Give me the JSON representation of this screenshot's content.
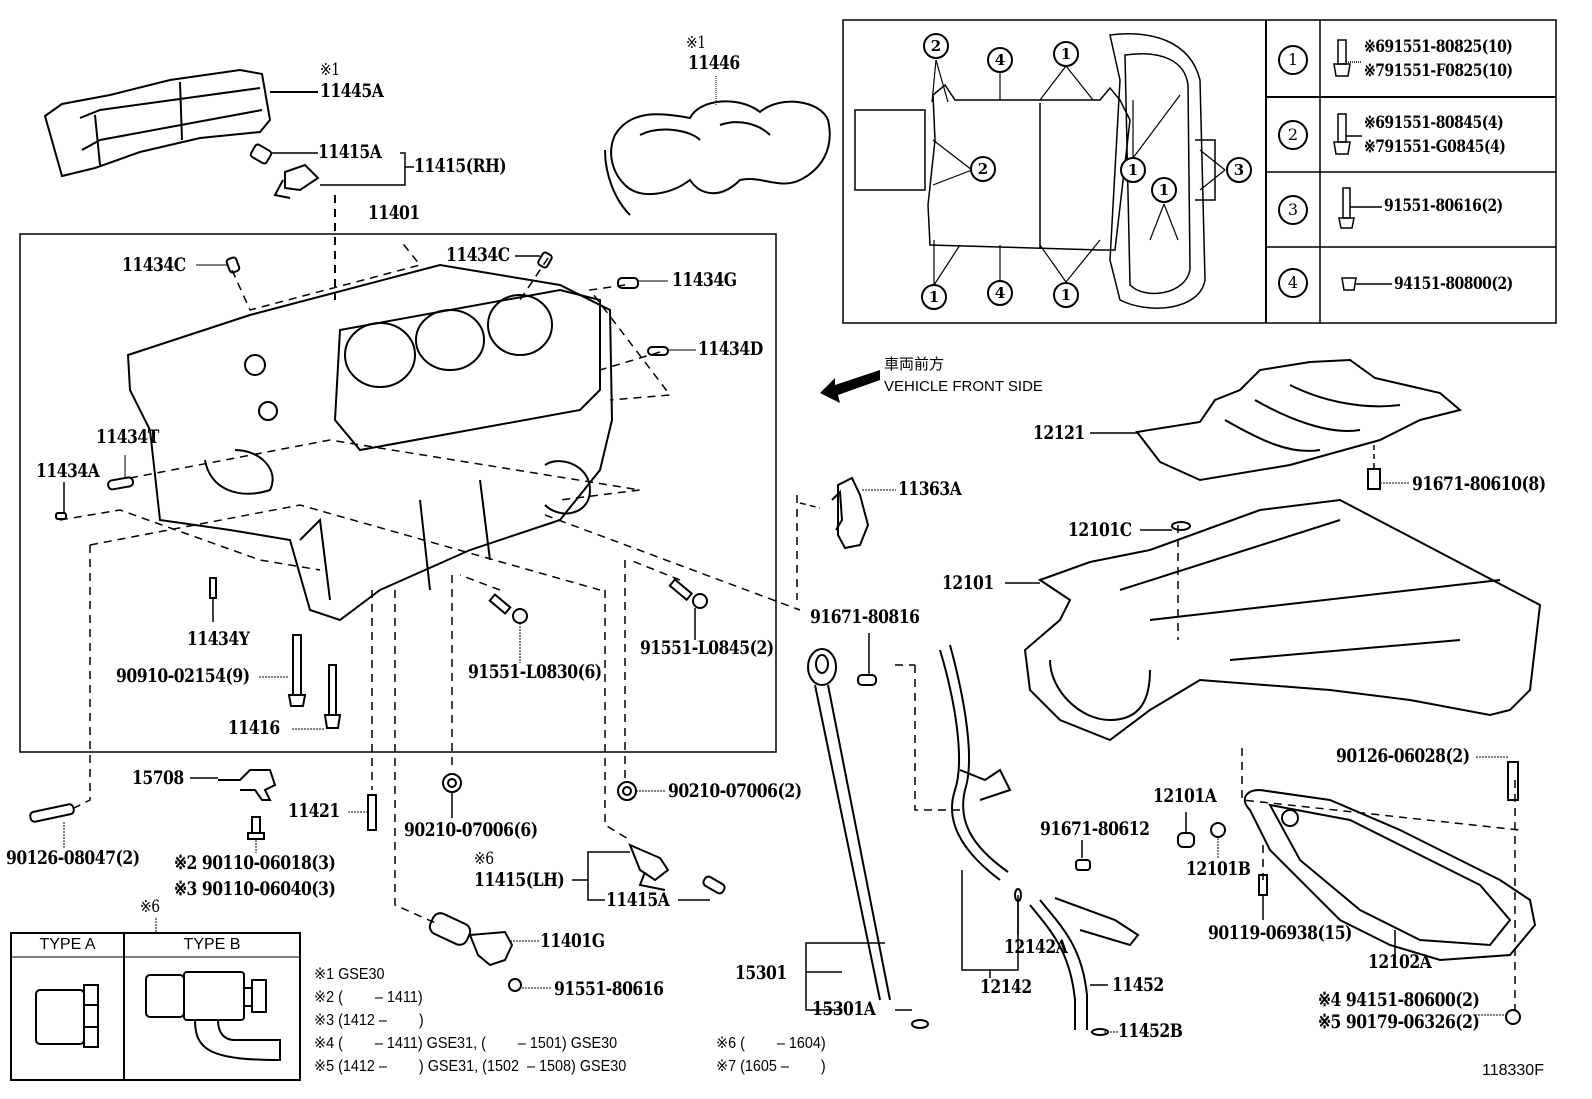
{
  "diagram": {
    "title": "Cylinder Block / Oil Pan Parts Diagram",
    "illustration_number": "118330F",
    "direction_indicator": {
      "japanese": "車両前方",
      "english": "VEHICLE FRONT SIDE"
    },
    "part_labels": {
      "p11445A_note": "※1",
      "p11445A": "11445A",
      "p11415A_top": "11415A",
      "p11415RH": "11415(RH)",
      "p11446_note": "※1",
      "p11446": "11446",
      "p11401": "11401",
      "p11434C_left": "11434C",
      "p11434C_mid": "11434C",
      "p11434G": "11434G",
      "p11434D": "11434D",
      "p11434T": "11434T",
      "p11434A": "11434A",
      "p11434Y": "11434Y",
      "p90910": "90910-02154(9)",
      "p11416": "11416",
      "p91551L0830": "91551-L0830(6)",
      "p91551L0845": "91551-L0845(2)",
      "p15708": "15708",
      "p11421": "11421",
      "p90126_08047": "90126-08047(2)",
      "p90110_06018": "※2 90110-06018(3)",
      "p90110_06040": "※3 90110-06040(3)",
      "p90210_6": "90210-07006(6)",
      "p90210_2": "90210-07006(2)",
      "p11415LH_note": "※6",
      "p11415LH": "11415(LH)",
      "p11415A_bottom": "11415A",
      "p11401G": "11401G",
      "p91551_80616": "91551-80616",
      "p11363A": "11363A",
      "p91671_80816": "91671-80816",
      "p15301": "15301",
      "p15301A": "15301A",
      "p12121": "12121",
      "p91671_80610": "91671-80610(8)",
      "p12101C": "12101C",
      "p12101": "12101",
      "p12142A": "12142A",
      "p12142": "12142",
      "p91671_80612": "91671-80612",
      "p11452": "11452",
      "p11452B": "11452B",
      "p12101A": "12101A",
      "p12101B": "12101B",
      "p90119": "90119-06938(15)",
      "p12102A": "12102A",
      "p90126_06028": "90126-06028(2)",
      "p94151_80600": "※4 94151-80600(2)",
      "p90179_06326": "※5 90179-06326(2)"
    },
    "bolt_layout": {
      "callouts": [
        "2",
        "4",
        "1",
        "2",
        "3",
        "1",
        "1",
        "1",
        "4",
        "1"
      ],
      "table": [
        {
          "num": "1",
          "parts": [
            "※691551-80825(10)",
            "※791551-F0825(10)"
          ]
        },
        {
          "num": "2",
          "parts": [
            "※691551-80845(4)",
            "※791551-G0845(4)"
          ]
        },
        {
          "num": "3",
          "parts": [
            "91551-80616(2)"
          ]
        },
        {
          "num": "4",
          "parts": [
            "94151-80800(2)"
          ]
        }
      ]
    },
    "type_box": {
      "note": "※6",
      "type_a": "TYPE A",
      "type_b": "TYPE B"
    },
    "legend": {
      "n1": "※1 GSE30",
      "n2": "※2 (        – 1411)",
      "n3": "※3 (1412 –        )",
      "n4": "※4 (        – 1411) GSE31, (        – 1501) GSE30",
      "n5": "※5 (1412 –        ) GSE31, (1502  – 1508) GSE30",
      "n6": "※6 (        – 1604)",
      "n7": "※7 (1605 –        )"
    }
  }
}
